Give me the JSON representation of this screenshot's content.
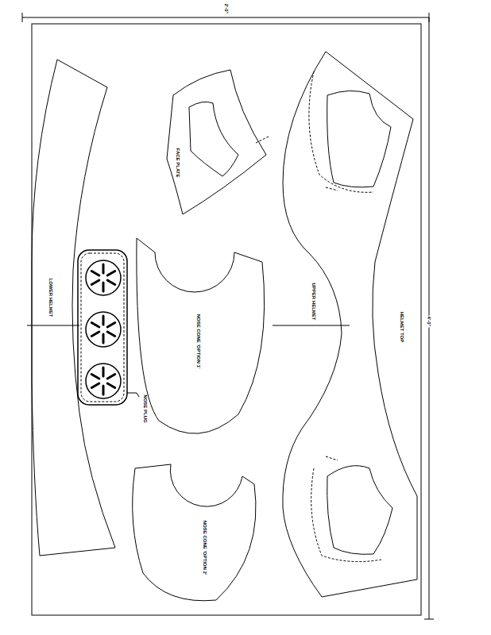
{
  "diagram": {
    "nodes": [
      {
        "text": [
          "LOWER HELMET"
        ]
      },
      {
        "text": [
          "FACE PLATE"
        ]
      },
      {
        "text": [
          "NOSE CONE 'OPTION 1'"
        ]
      },
      {
        "text": [
          "NOSE CONE 'OPTION 2'"
        ]
      },
      {
        "text": [
          "UPPER HELMET"
        ]
      }
    ],
    "labels": [
      "NOSE PLUG",
      "HELMET TOP",
      "2'-0\"",
      "4'-0\""
    ]
  }
}
